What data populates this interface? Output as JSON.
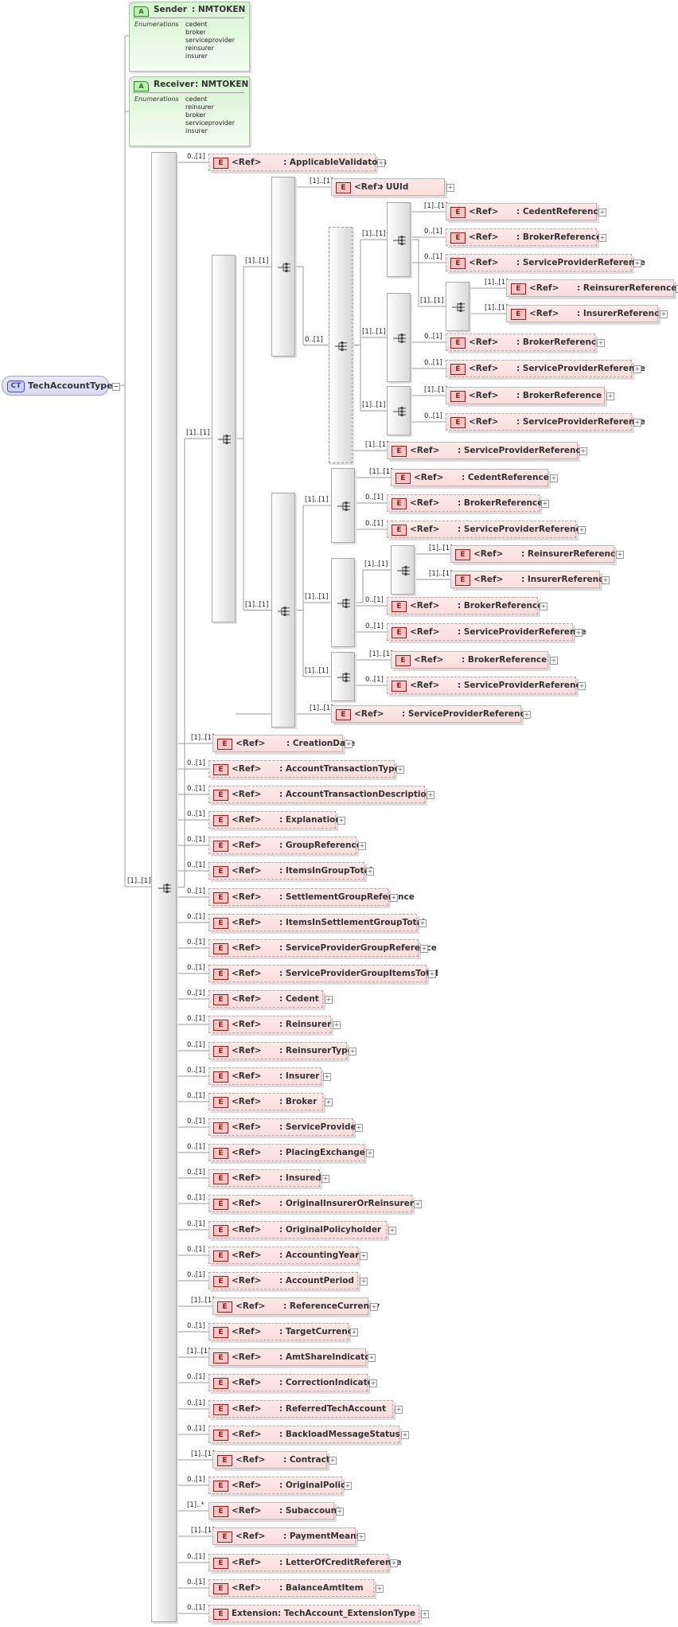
{
  "complex_type": {
    "badge": "CT",
    "name": "TechAccountType"
  },
  "attributes": [
    {
      "badge": "A",
      "name": "Sender",
      "type": ": NMTOKEN",
      "enum_label": "Enumerations",
      "values": [
        "cedent",
        "broker",
        "serviceprovider",
        "reinsurer",
        "insurer"
      ]
    },
    {
      "badge": "A",
      "name": "Receiver",
      "type": ": NMTOKEN",
      "enum_label": "Enumerations",
      "values": [
        "cedent",
        "reinsurer",
        "broker",
        "serviceprovider",
        "insurer"
      ]
    }
  ],
  "element_badge": "E",
  "ref_label": "<Ref>",
  "elements": [
    {
      "card": "0..[1]",
      "name": ": ApplicableValidators",
      "optional": true
    },
    {
      "card": "[1]..[1]",
      "name": ": UUId",
      "optional": false
    },
    {
      "card": "[1]..[1]",
      "name": ": CedentReference",
      "optional": false
    },
    {
      "card": "0..[1]",
      "name": ": BrokerReference",
      "optional": true
    },
    {
      "card": "0..[1]",
      "name": ": ServiceProviderReference",
      "optional": true
    },
    {
      "card": "[1]..[1]",
      "name": ": ReinsurerReference",
      "optional": false
    },
    {
      "card": "[1]..[1]",
      "name": ": InsurerReference",
      "optional": false
    },
    {
      "card": "0..[1]",
      "name": ": BrokerReference",
      "optional": true
    },
    {
      "card": "0..[1]",
      "name": ": ServiceProviderReference",
      "optional": true
    },
    {
      "card": "[1]..[1]",
      "name": ": BrokerReference",
      "optional": false
    },
    {
      "card": "0..[1]",
      "name": ": ServiceProviderReference",
      "optional": true
    },
    {
      "card": "[1]..[1]",
      "name": ": ServiceProviderReference",
      "optional": false
    },
    {
      "card": "[1]..[1]",
      "name": ": CedentReference",
      "optional": false
    },
    {
      "card": "0..[1]",
      "name": ": BrokerReference",
      "optional": true
    },
    {
      "card": "0..[1]",
      "name": ": ServiceProviderReference",
      "optional": true
    },
    {
      "card": "[1]..[1]",
      "name": ": ReinsurerReference",
      "optional": false
    },
    {
      "card": "[1]..[1]",
      "name": ": InsurerReference",
      "optional": false
    },
    {
      "card": "0..[1]",
      "name": ": BrokerReference",
      "optional": true
    },
    {
      "card": "0..[1]",
      "name": ": ServiceProviderReference",
      "optional": true
    },
    {
      "card": "[1]..[1]",
      "name": ": BrokerReference",
      "optional": false
    },
    {
      "card": "0..[1]",
      "name": ": ServiceProviderReference",
      "optional": true
    },
    {
      "card": "[1]..[1]",
      "name": ": ServiceProviderReference",
      "optional": false
    },
    {
      "card": "[1]..[1]",
      "name": ": CreationDate",
      "optional": false
    },
    {
      "card": "0..[1]",
      "name": ": AccountTransactionType",
      "optional": true
    },
    {
      "card": "0..[1]",
      "name": ": AccountTransactionDescription",
      "optional": true
    },
    {
      "card": "0..[1]",
      "name": ": Explanation",
      "optional": true
    },
    {
      "card": "0..[1]",
      "name": ": GroupReference",
      "optional": true
    },
    {
      "card": "0..[1]",
      "name": ": ItemsInGroupTotal",
      "optional": true
    },
    {
      "card": "0..[1]",
      "name": ": SettlementGroupReference",
      "optional": true
    },
    {
      "card": "0..[1]",
      "name": ": ItemsInSettlementGroupTotal",
      "optional": true
    },
    {
      "card": "0..[1]",
      "name": ": ServiceProviderGroupReference",
      "optional": true
    },
    {
      "card": "0..[1]",
      "name": ": ServiceProviderGroupItemsTotal",
      "optional": true
    },
    {
      "card": "0..[1]",
      "name": ": Cedent",
      "optional": true
    },
    {
      "card": "0..[1]",
      "name": ": Reinsurer",
      "optional": true
    },
    {
      "card": "0..[1]",
      "name": ": ReinsurerType",
      "optional": true
    },
    {
      "card": "0..[1]",
      "name": ": Insurer",
      "optional": true
    },
    {
      "card": "0..[1]",
      "name": ": Broker",
      "optional": true
    },
    {
      "card": "0..[1]",
      "name": ": ServiceProvider",
      "optional": true
    },
    {
      "card": "0..[1]",
      "name": ": PlacingExchange",
      "optional": true
    },
    {
      "card": "0..[1]",
      "name": ": Insured",
      "optional": true
    },
    {
      "card": "0..[1]",
      "name": ": OriginalInsurerOrReinsurer",
      "optional": true
    },
    {
      "card": "0..[1]",
      "name": ": OriginalPolicyholder",
      "optional": true
    },
    {
      "card": "0..[1]",
      "name": ": AccountingYear",
      "optional": true
    },
    {
      "card": "0..[1]",
      "name": ": AccountPeriod",
      "optional": true
    },
    {
      "card": "[1]..[1]",
      "name": ": ReferenceCurrency",
      "optional": false
    },
    {
      "card": "0..[1]",
      "name": ": TargetCurrency",
      "optional": true
    },
    {
      "card": "[1]..[1]",
      "name": ": AmtShareIndicator",
      "optional": false
    },
    {
      "card": "0..[1]",
      "name": ": CorrectionIndicator",
      "optional": true
    },
    {
      "card": "0..[1]",
      "name": ": ReferredTechAccount",
      "optional": true
    },
    {
      "card": "0..[1]",
      "name": ": BackloadMessageStatus",
      "optional": true
    },
    {
      "card": "[1]..[1]",
      "name": ": Contract",
      "optional": false
    },
    {
      "card": "0..[1]",
      "name": ": OriginalPolicy",
      "optional": true
    },
    {
      "card": "[1]..*",
      "name": ": Subaccount",
      "optional": false
    },
    {
      "card": "[1]..[1]",
      "name": ": PaymentMeans",
      "optional": false
    },
    {
      "card": "0..[1]",
      "name": ": LetterOfCreditReference",
      "optional": true
    },
    {
      "card": "0..[1]",
      "name": ": BalanceAmtItem",
      "optional": true
    }
  ],
  "extension": {
    "card": "0..[1]",
    "label": "Extension",
    "name": ": TechAccount_ExtensionType"
  },
  "compositor_cards": [
    "[1]..[1]",
    "[1]..[1]",
    "[1]..[1]",
    "0..[1]",
    "[1]..[1]",
    "[1]..[1]",
    "[1]..[1]",
    "[1]..[1]",
    "[1]..[1]",
    "[1]..[1]",
    "[1]..[1]",
    "[1]..[1]"
  ]
}
